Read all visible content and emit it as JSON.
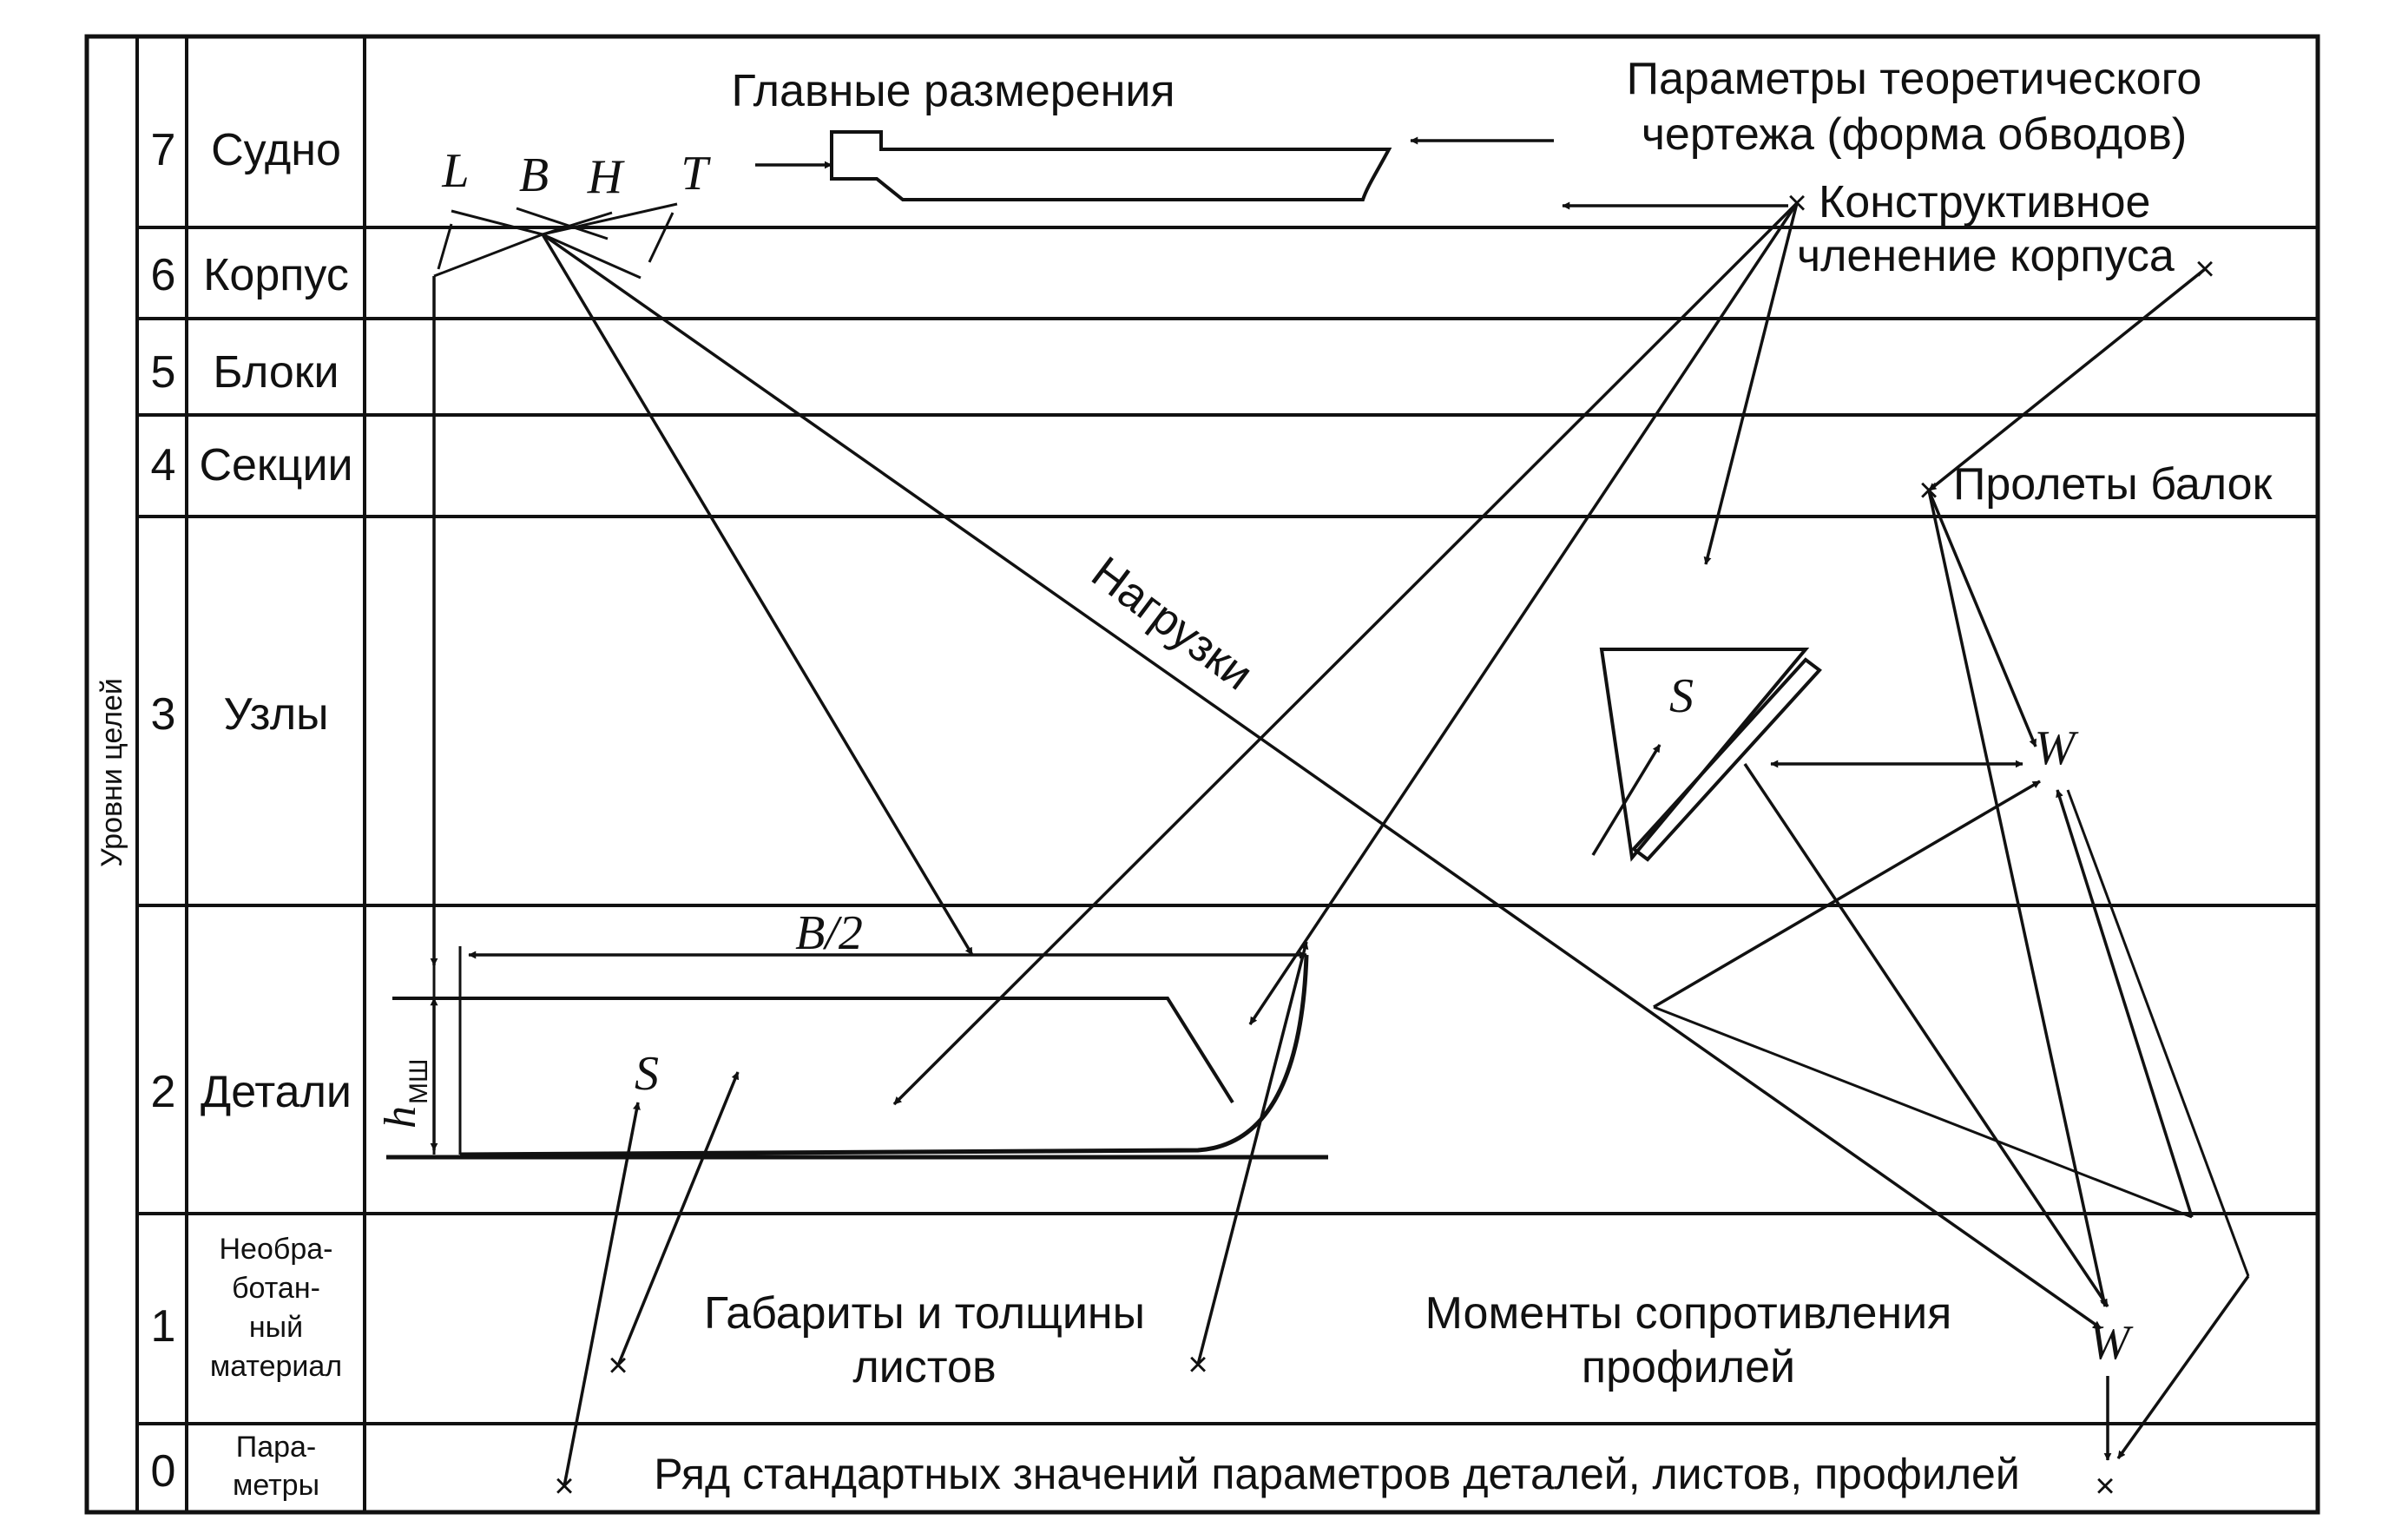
{
  "axis_title": "Уровни целей",
  "levels": [
    {
      "num": "7",
      "name": "Судно"
    },
    {
      "num": "6",
      "name": "Корпус"
    },
    {
      "num": "5",
      "name": "Блоки"
    },
    {
      "num": "4",
      "name": "Секции"
    },
    {
      "num": "3",
      "name": "Узлы"
    },
    {
      "num": "2",
      "name": "Детали"
    },
    {
      "num": "1",
      "name_lines": [
        "Необра-",
        "ботан-",
        "ный",
        "материал"
      ]
    },
    {
      "num": "0",
      "name_lines": [
        "Пара-",
        "метры"
      ]
    }
  ],
  "labels": {
    "main_dimensions": "Главные размерения",
    "theoretical_params_line1": "Параметры теоретического",
    "theoretical_params_line2": "чертежа (форма обводов)",
    "hull_division_line1": "Конструктивное",
    "hull_division_line2": "членение корпуса",
    "beam_spans": "Пролеты балок",
    "loads": "Нагрузки",
    "sheet_dims_line1": "Габариты и толщины",
    "sheet_dims_line2": "листов",
    "moments_line1": "Моменты сопротивления",
    "moments_line2": "профилей",
    "standard_values": "Ряд стандартных значений параметров деталей, листов, профилей"
  },
  "symbols": {
    "L": "L",
    "B": "B",
    "H": "H",
    "T": "T",
    "S": "S",
    "W": "W",
    "half_beam": "B/2",
    "h": "h",
    "h_sub": "МШ"
  }
}
